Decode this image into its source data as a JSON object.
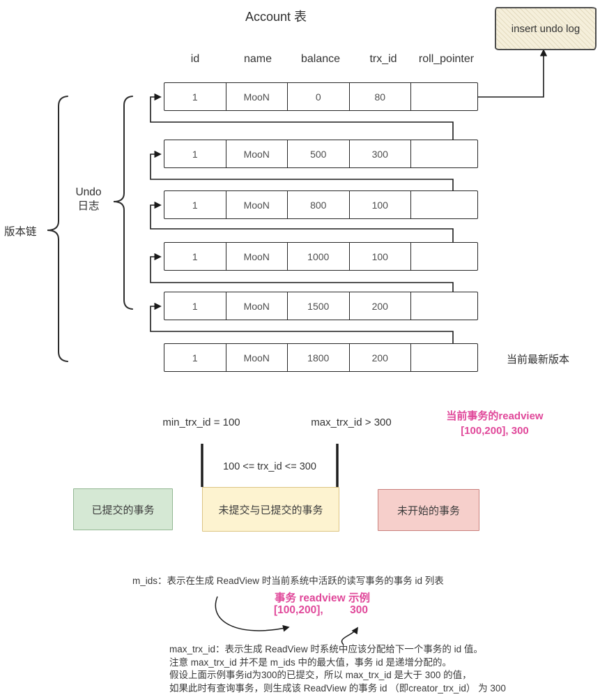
{
  "title": "Account 表",
  "undo_box": {
    "label": "insert undo log"
  },
  "table": {
    "headers": [
      "id",
      "name",
      "balance",
      "trx_id",
      "roll_pointer"
    ],
    "rows": [
      [
        "1",
        "MooN",
        "0",
        "80",
        ""
      ],
      [
        "1",
        "MooN",
        "500",
        "300",
        ""
      ],
      [
        "1",
        "MooN",
        "800",
        "100",
        ""
      ],
      [
        "1",
        "MooN",
        "1000",
        "100",
        ""
      ],
      [
        "1",
        "MooN",
        "1500",
        "200",
        ""
      ],
      [
        "1",
        "MooN",
        "1800",
        "200",
        ""
      ]
    ]
  },
  "side_labels": {
    "version_chain": "版本链",
    "undo_line1": "Undo",
    "undo_line2": "日志",
    "latest_version": "当前最新版本"
  },
  "readview_section": {
    "min_label": "min_trx_id = 100",
    "max_label": "max_trx_id > 300",
    "range_label": "100 <= trx_id <= 300",
    "current_readview_title": "当前事务的readview",
    "current_readview_value": "[100,200], 300",
    "committed_box": "已提交的事务",
    "active_box": "未提交与已提交的事务",
    "not_started_box": "未开始的事务"
  },
  "notes": {
    "m_ids_note": "m_ids：表示在生成 ReadView 时当前系统中活跃的读写事务的事务 id 列表",
    "example_title": "事务 readview 示例",
    "example_value_left": "[100,200],",
    "example_value_right": "300",
    "max_trx_lines": [
      "max_trx_id：表示生成 ReadView 时系统中应该分配给下一个事务的 id 值。",
      "注意 max_trx_id 并不是 m_ids 中的最大值，事务 id 是递增分配的。",
      "假设上面示例事务id为300的已提交，所以 max_trx_id 是大于 300 的值，",
      "如果此时有查询事务，则生成该 ReadView 的事务 id （即creator_trx_id） 为 300"
    ]
  },
  "colors": {
    "accent_pink": "#e0489a",
    "green_fill": "#d5e8d4",
    "green_border": "#93b793",
    "yellow_fill": "#fdf3d0",
    "yellow_border": "#dcc483",
    "red_fill": "#f6cfcb",
    "red_border": "#c9807c",
    "undo_box_fill": "#f5efdb",
    "line_color": "#1a1a1a"
  }
}
